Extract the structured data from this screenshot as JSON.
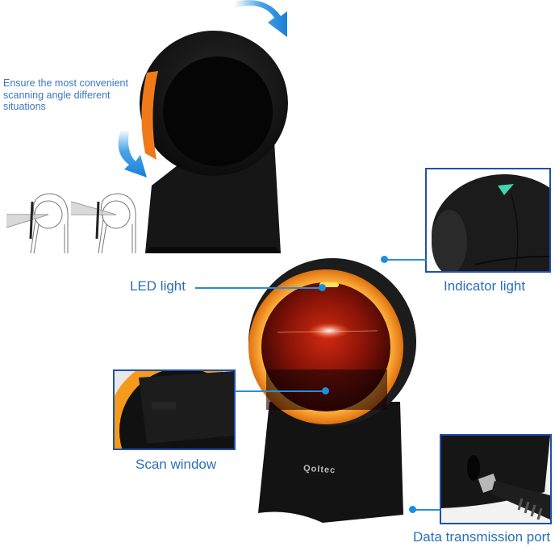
{
  "caption": {
    "line1": "Ensure the most convenient",
    "line2": "scanning angle different",
    "line3": "situations"
  },
  "labels": {
    "led_light": "LED light",
    "indicator_light": "Indicator light",
    "scan_window": "Scan window",
    "data_port": "Data transmission port"
  },
  "brand": "Qoltec",
  "icons": {
    "rotate_arrow": "curved-arrow-icon",
    "schematic": "scanner-angle-diagram-icon"
  },
  "colors": {
    "label_text": "#2a6fb8",
    "inset_border": "#1f4fb0",
    "callout_line": "#2a8fd0",
    "scanner_body": "#141414",
    "ring_orange": "#f59a1c",
    "window_red": "#7a1008",
    "indicator_teal": "#3fd6b0"
  }
}
